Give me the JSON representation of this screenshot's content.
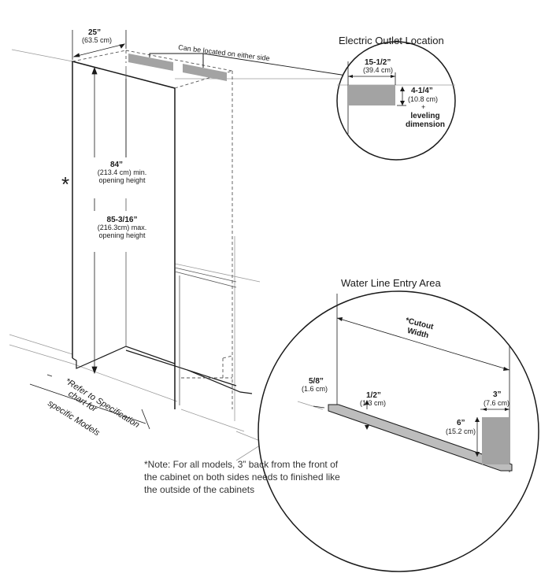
{
  "labels": {
    "width_main": "25”",
    "width_sub": "(63.5 cm)",
    "outlet_side": "Can be located on either side",
    "min_height_main": "84”",
    "min_height_sub1": "(213.4 cm) min.",
    "min_height_sub2": "opening height",
    "max_height_main": "85-3/16”",
    "max_height_sub1": "(216.3cm) max.",
    "max_height_sub2": "opening height",
    "asterisk": "*",
    "depth_line1": "*Refer to Specification",
    "depth_line2": "chart for",
    "depth_line3": "specific Models"
  },
  "outlet_detail": {
    "title": "Electric Outlet Location",
    "width_main": "15-1/2”",
    "width_sub": "(39.4 cm)",
    "height_main": "4-1/4”",
    "height_sub": "(10.8 cm)",
    "plus": "+",
    "leveling1": "leveling",
    "leveling2": "dimension"
  },
  "water_detail": {
    "title": "Water Line Entry Area",
    "cutout1": "*Cutout",
    "cutout2": "Width",
    "d1_main": "5/8”",
    "d1_sub": "(1.6 cm)",
    "d2_main": "1/2”",
    "d2_sub": "(1.3 cm)",
    "d3_main": "3”",
    "d3_sub": "(7.6 cm)",
    "d4_main": "6”",
    "d4_sub": "(15.2 cm)"
  },
  "note": {
    "line1": "*Note:  For all models, 3” back from the front of",
    "line2": "the cabinet on both sides needs to finished like",
    "line3": "the outside of the cabinets"
  },
  "colors": {
    "line": "#1a1a1a",
    "guide": "#9a9a9a",
    "fill_gray": "#a3a3a3"
  }
}
